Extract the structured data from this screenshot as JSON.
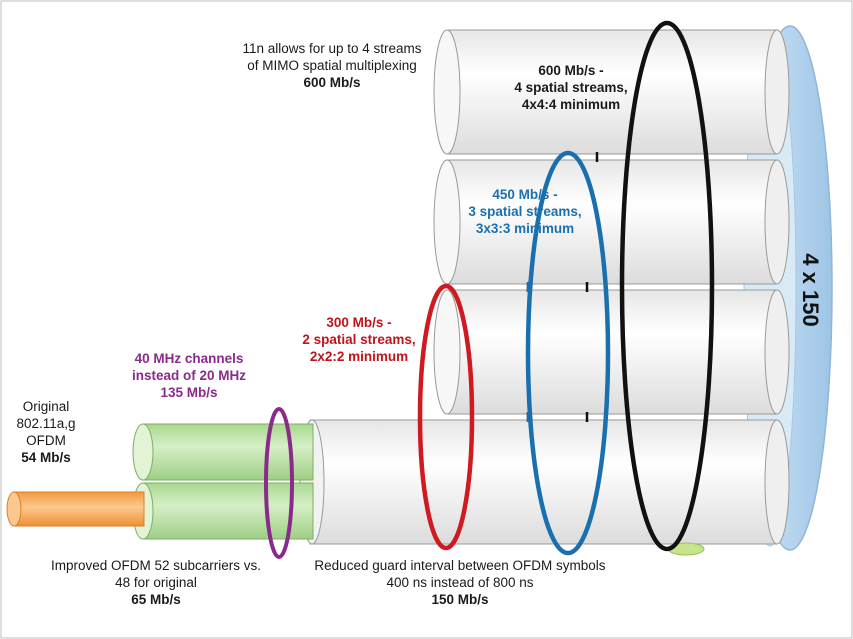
{
  "original": {
    "line1": "Original",
    "line2": "802.11a,g",
    "line3": "OFDM",
    "rate": "54 Mb/s"
  },
  "improved_ofdm": {
    "line1": "Improved OFDM 52 subcarriers vs.",
    "line2": "48 for original",
    "rate": "65 Mb/s"
  },
  "channels_40mhz": {
    "line1": "40 MHz channels",
    "line2": "instead of 20 MHz",
    "rate": "135 Mb/s"
  },
  "guard_interval": {
    "line1": "Reduced guard interval between OFDM symbols",
    "line2": "400 ns instead of 800 ns",
    "rate": "150 Mb/s"
  },
  "two_streams": {
    "rate": "300 Mb/s -",
    "line2": "2 spatial streams,",
    "line3": "2x2:2 minimum"
  },
  "three_streams": {
    "rate": "450 Mb/s -",
    "line2": "3 spatial streams,",
    "line3": "3x3:3 minimum"
  },
  "four_streams": {
    "rate": "600 Mb/s -",
    "line2": "4 spatial streams,",
    "line3": "4x4:4 minimum"
  },
  "mimo_note": {
    "line1": "11n allows for up to 4 streams",
    "line2": "of MIMO spatial multiplexing",
    "rate": "600 Mb/s"
  },
  "side_label": "4 x 150",
  "colors": {
    "orange": "#f7b26a",
    "green": "#bfe3a8",
    "cylinder": "#f4f4f4",
    "disc": "#b9d7ee",
    "red_ring": "#d01a22",
    "blue_ring": "#1a6fae",
    "purple_ring": "#8a2a8a",
    "black_ring": "#111111"
  }
}
